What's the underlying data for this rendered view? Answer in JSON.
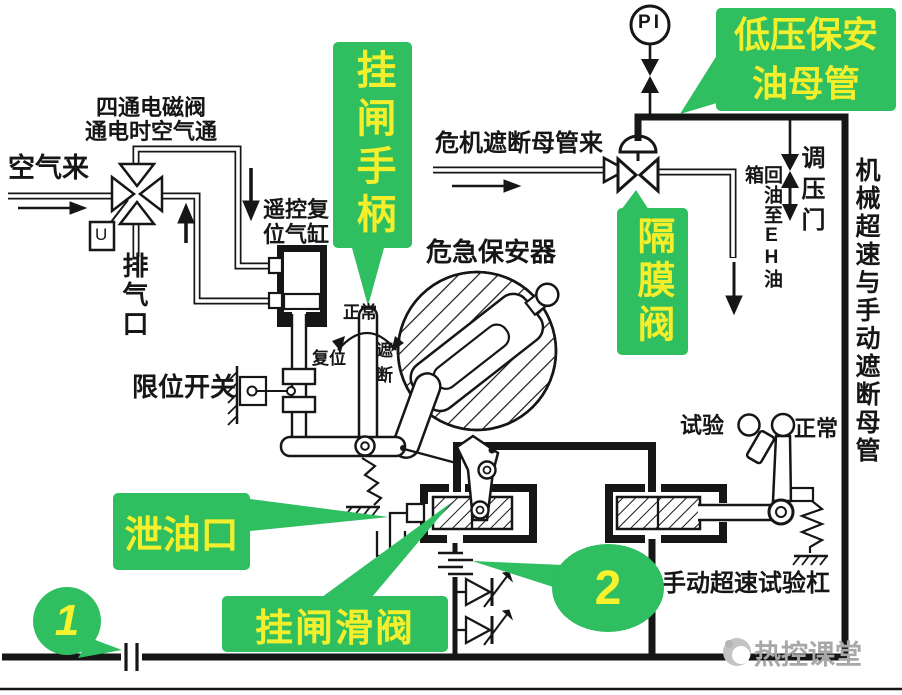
{
  "labels": {
    "air_in": "空气来",
    "solenoid_note": "四通电磁阀\n通电时空气通",
    "exhaust_port": "排气口",
    "reset_cylinder": "遥控复位气缸",
    "crisis_header_in": "危机遮断母管来",
    "emergency_governor": "危急保安器",
    "handle_normal": "正常",
    "handle_reset": "复位",
    "handle_trip": "遮断",
    "limit_switch": "限位开关",
    "pressure_valve": "调压门",
    "oil_return": "回油至EH油箱",
    "right_header": "机械超速与手动遮断母管",
    "lever_test": "试验",
    "lever_normal": "正常",
    "manual_test_lever": "手动超速试验杠",
    "gauge": "PI",
    "solenoid_u": "U"
  },
  "callouts": {
    "lp_oil_header": "低压保安\n油母管",
    "latch_handle": "挂闸手柄",
    "diaphragm_valve": "隔膜阀",
    "drain_port": "泄油口",
    "latch_slide_valve": "挂闸滑阀",
    "marker_1": "1",
    "marker_2": "2"
  },
  "watermark": {
    "text": "热控课堂"
  },
  "colors": {
    "callout_green": "#2fbe60",
    "callout_yellow": "#f3ef2c",
    "line_black": "#161616",
    "watermark_gray": "#a8a8a8"
  }
}
